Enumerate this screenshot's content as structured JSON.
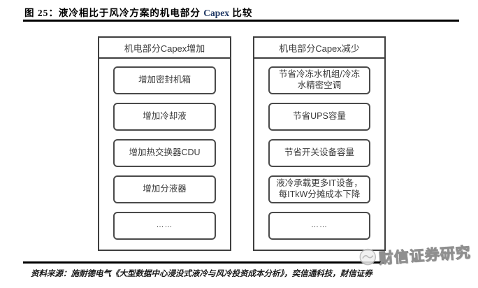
{
  "figure": {
    "title_prefix": "图 25：",
    "title_main": "液冷相比于风冷方案的机电部分 ",
    "title_en": "Capex",
    "title_suffix": " 比较"
  },
  "columns": [
    {
      "header": "机电部分Capex增加",
      "items": [
        "增加密封机箱",
        "增加冷却液",
        "增加热交换器CDU",
        "增加分液器",
        "……"
      ]
    },
    {
      "header": "机电部分Capex减少",
      "items": [
        "节省冷冻水机组/冷冻水精密空调",
        "节省UPS容量",
        "节省开关设备容量",
        "液冷承载更多IT设备，每ITkW分摊成本下降",
        "……"
      ]
    }
  ],
  "footer": {
    "source": "资料来源：施耐德电气《大型数据中心浸没式液冷与风冷投资成本分析》，奕信通科技，财信证券"
  },
  "watermark": {
    "text": "财信证券研究",
    "logo_icon": "cfsc-logo"
  },
  "colors": {
    "capex_highlight": "#1f3864",
    "rule": "#000000",
    "panel_border": "#3f3f3f",
    "node_border": "#4a4a4a",
    "node_text": "#3a3a3a",
    "watermark": "#8f8f8f"
  }
}
